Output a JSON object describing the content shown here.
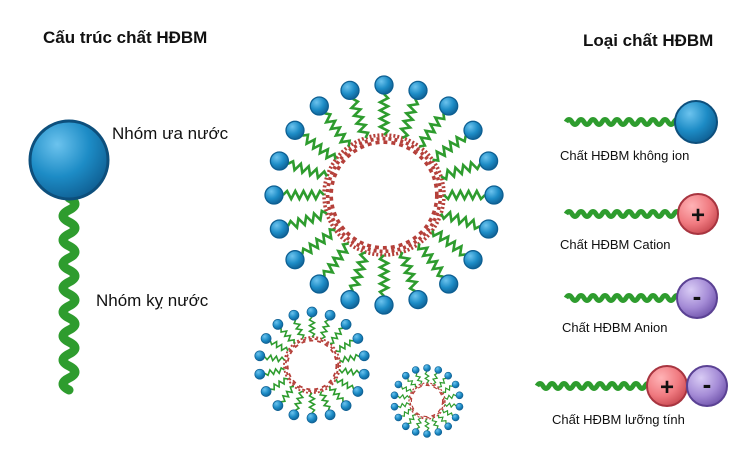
{
  "titles": {
    "structure": "Cấu trúc chất HĐBM",
    "types": "Loại chất HĐBM"
  },
  "structure_labels": {
    "hydrophilic": "Nhóm ưa nước",
    "hydrophobic": "Nhóm kỵ nước"
  },
  "types": [
    {
      "label": "Chất HĐBM không ion",
      "head": "neutral"
    },
    {
      "label": "Chất HĐBM Cation",
      "head": "positive",
      "sign": "+"
    },
    {
      "label": "Chất HĐBM Anion",
      "head": "negative",
      "sign": "-"
    },
    {
      "label": "Chất HĐBM lưỡng tính",
      "head": "zwitterion",
      "signs": [
        "+",
        "-"
      ]
    }
  ],
  "colors": {
    "head_blue": "#1e8fc9",
    "tail_green": "#2e9c2e",
    "cation_red": "#f07a80",
    "anion_purple": "#a78fd6",
    "core_red": "#b5403a"
  }
}
